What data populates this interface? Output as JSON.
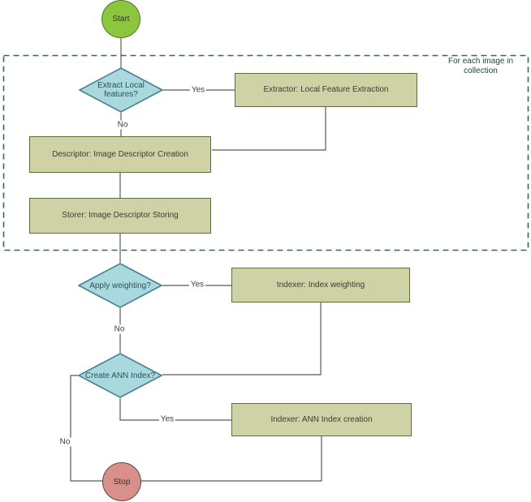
{
  "diagram": {
    "loop_label": "For each image in collection",
    "nodes": {
      "start": {
        "label": "Start"
      },
      "extract_decision": {
        "label": "Extract Local features?"
      },
      "extractor": {
        "label": "Extractor: Local Feature Extraction"
      },
      "descriptor": {
        "label": "Descriptor: Image Descriptor Creation"
      },
      "storer": {
        "label": "Storer: Image Descriptor Storing"
      },
      "weighting_decision": {
        "label": "Apply weighting?"
      },
      "index_weighting": {
        "label": "Indexer: Index weighting"
      },
      "ann_decision": {
        "label": "Create ANN Index?"
      },
      "ann_creation": {
        "label": "Indexer: ANN Index creation"
      },
      "stop": {
        "label": "Stop"
      }
    },
    "edge_labels": {
      "extract_yes": "Yes",
      "extract_no": "No",
      "weighting_yes": "Yes",
      "weighting_no": "No",
      "ann_yes": "Yes",
      "ann_no": "No"
    },
    "colors": {
      "start_fill": "#8CC63F",
      "start_border": "#4A7A21",
      "decision_fill": "#A9D8DF",
      "decision_border": "#46808E",
      "process_fill": "#CFD2A4",
      "process_border": "#5C6E3C",
      "stop_fill": "#D9908B",
      "stop_border": "#4D4D42",
      "line": "#595959",
      "loop_border": "#3F6354",
      "loop_label_color": "#1C4936"
    }
  }
}
